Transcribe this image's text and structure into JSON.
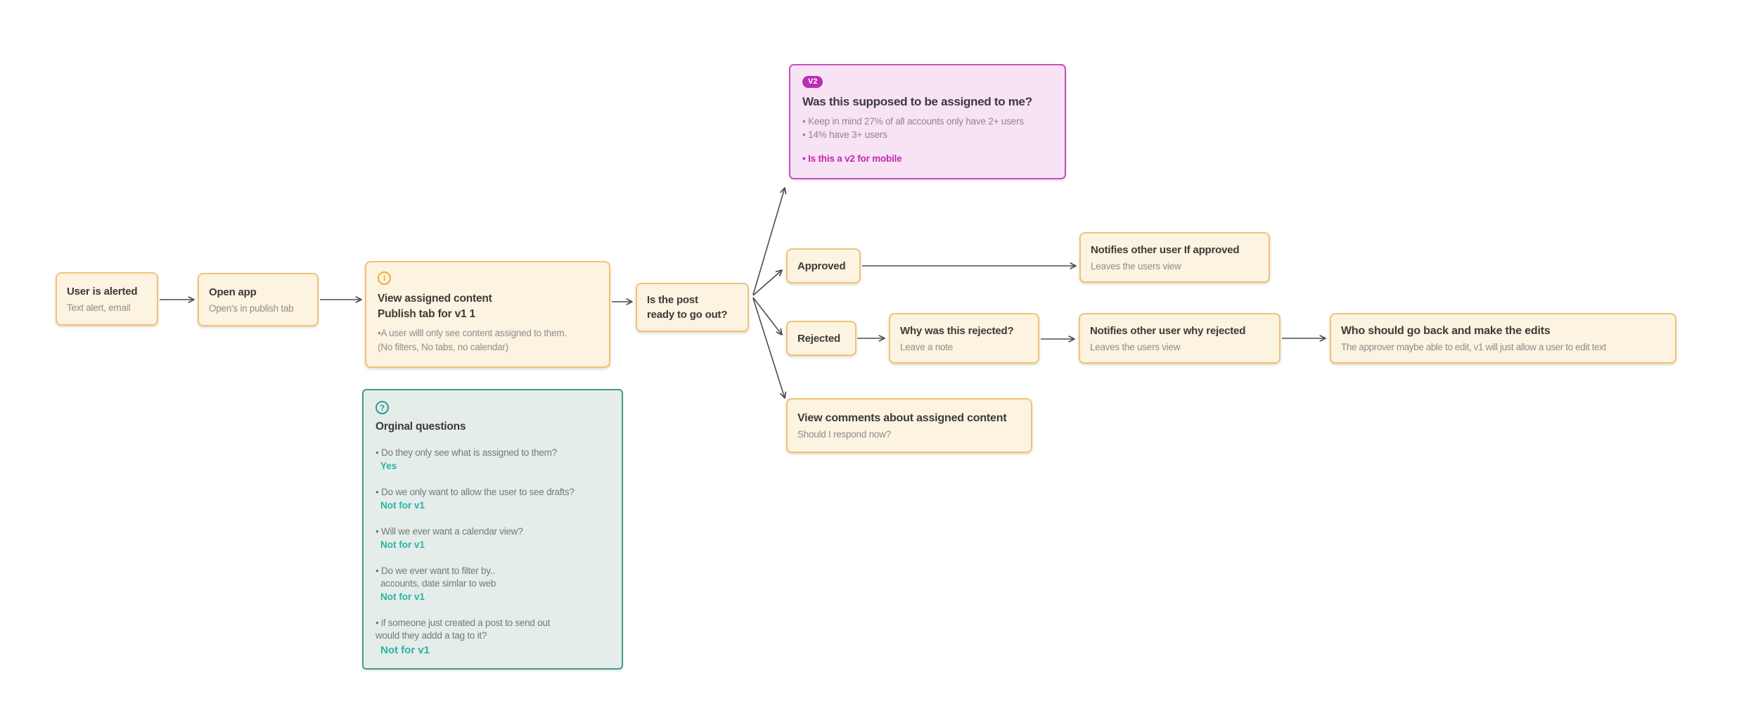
{
  "canvas": {
    "background": "#ffffff",
    "arrow_color": "#4D4D4D"
  },
  "colors": {
    "node_fill": "#FCF3E0",
    "node_border": "#F0C279",
    "pink_fill": "#F8E3F5",
    "pink_border": "#C750BC",
    "badge_bg": "#BA2DB4",
    "magenta_text": "#C226B4",
    "teal_fill": "#E4EDE9",
    "teal_border": "#47988E",
    "teal_text": "#29B3A8",
    "title_text": "#3B3B39",
    "sub_text": "#8F8F8C",
    "info_icon": "#F2A93B"
  },
  "nodes": {
    "user_alerted": {
      "title": "User is alerted",
      "subtitle": "Text alert, email"
    },
    "open_app": {
      "title": "Open app",
      "subtitle": "Open's in publish tab"
    },
    "view_assigned": {
      "icon": "info-icon",
      "icon_glyph": "i",
      "title_line1": "View assigned content",
      "title_line2": "Publish tab for v1 1",
      "body_line1": "•A user willl only see content assigned to them.",
      "body_line2": "(No filters, No tabs, no calendar)"
    },
    "is_post_ready": {
      "title_line1": "Is the post",
      "title_line2": "ready to go out?"
    },
    "v2_note": {
      "badge": "V2",
      "title": "Was this supposed to be assigned to me?",
      "bullet1": "• Keep in mind 27% of all accounts only have 2+ users",
      "bullet2": "• 14% have 3+ users",
      "highlight": "• Is this a v2 for mobile"
    },
    "approved": {
      "title": "Approved"
    },
    "notifies_approved": {
      "title": "Notifies other user If approved",
      "subtitle": "Leaves the users view"
    },
    "rejected": {
      "title": "Rejected"
    },
    "why_rejected": {
      "title": "Why was this rejected?",
      "subtitle": "Leave a note"
    },
    "notifies_rejected": {
      "title": "Notifies other user why rejected",
      "subtitle": "Leaves the users view"
    },
    "who_edits": {
      "title": "Who should go back and make the edits",
      "subtitle": "The approver maybe able to edit, v1 will just allow a user to edit text"
    },
    "view_comments": {
      "title": "View comments about assigned content",
      "subtitle": "Should I respond now?"
    },
    "original_questions": {
      "icon": "question-icon",
      "icon_glyph": "?",
      "title": "Orginal questions",
      "items": [
        {
          "q1": "• Do they only see what is assigned to them?",
          "answer": "Yes"
        },
        {
          "q1": "• Do we only want to allow the user to see drafts?",
          "answer": "Not for v1"
        },
        {
          "q1": "• Will we ever want a calendar view?",
          "answer": "Not for v1"
        },
        {
          "q1": "• Do we ever want to filter by..",
          "q2": "accounts, date simlar to web",
          "answer": "Not for v1"
        },
        {
          "q1": "• if someone just created a post to send out",
          "q2": "would they addd a tag to it?",
          "answer": "Not for v1"
        }
      ]
    }
  }
}
